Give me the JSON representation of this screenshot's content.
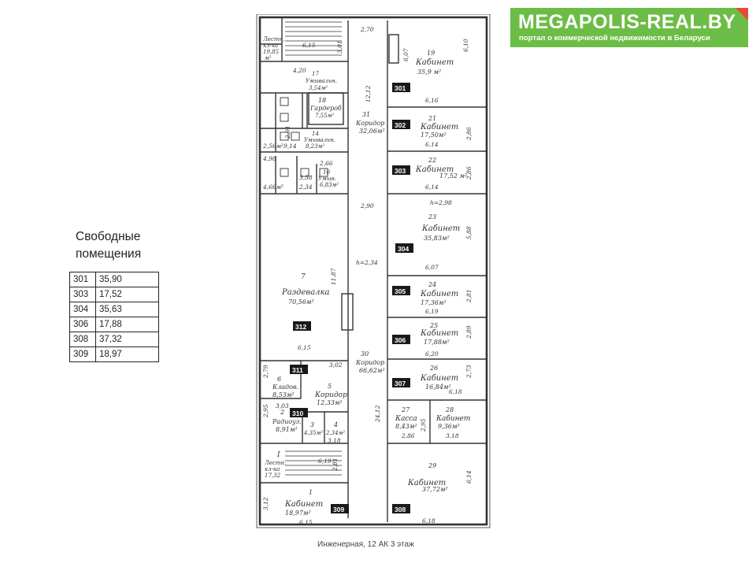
{
  "logo": {
    "brand": "MEGAPOLIS-REAL.BY",
    "tagline": "портал о коммерческой недвижимости в Беларуси",
    "colors": {
      "background": "#6cbd45",
      "corner": "#e8493b"
    }
  },
  "side_title": [
    "Свободные",
    "помещения"
  ],
  "free_rooms": [
    {
      "number": "301",
      "area": "35,90"
    },
    {
      "number": "303",
      "area": "17,52"
    },
    {
      "number": "304",
      "area": "35,63"
    },
    {
      "number": "306",
      "area": "17,88"
    },
    {
      "number": "308",
      "area": "37,32"
    },
    {
      "number": "309",
      "area": "18,97"
    }
  ],
  "plan": {
    "tags": [
      "301",
      "302",
      "303",
      "304",
      "305",
      "306",
      "307",
      "308",
      "309",
      "310",
      "311",
      "312"
    ],
    "rooms": {
      "r19": [
        "19",
        "Кабинет",
        "35,9 м²"
      ],
      "r21": [
        "21",
        "Кабинет",
        "17,50м²"
      ],
      "r22": [
        "22",
        "Кабинет",
        "17,52 м²"
      ],
      "r23": [
        "23",
        "Кабинет",
        "35,83м²"
      ],
      "r24": [
        "24",
        "Кабинет",
        "17,36м²"
      ],
      "r25": [
        "25",
        "Кабинет",
        "17,88м²"
      ],
      "r26": [
        "26",
        "Кабинет",
        "16,84м²"
      ],
      "r27": [
        "27",
        "Касса",
        "8,43м²"
      ],
      "r28": [
        "28",
        "Кабинет",
        "9,36м²"
      ],
      "r29": [
        "29",
        "Кабинет",
        "37,72м²"
      ],
      "r31": [
        "31",
        "Коридор",
        "32,06м²"
      ],
      "r30": [
        "30",
        "Коридор",
        "66,62м²"
      ],
      "r7": [
        "7",
        "Раздевалка",
        "70,56м²"
      ],
      "r6": [
        "6",
        "Кладов.",
        "8,53м²"
      ],
      "r5": [
        "5",
        "Коридор",
        "12,33м²"
      ],
      "r2": [
        "2",
        "Радиоуз.",
        "8,91м²"
      ],
      "r3": [
        "3",
        "4,35м²"
      ],
      "r4": [
        "4",
        "2,34м²"
      ],
      "r1": [
        "1",
        "Кабинет",
        "18,97м²"
      ],
      "r18": [
        "18",
        "Гардероб",
        "7,55м²"
      ],
      "r17": [
        "17",
        "Умывальн.",
        "3,54м²"
      ],
      "r14": [
        "14",
        "Умывальн.",
        "8,23м²"
      ],
      "r10": [
        "10",
        "Умыв.",
        "6,83м²"
      ],
      "stairs_top": [
        "Лестн.",
        "кл-ка",
        "19,85",
        "м²"
      ],
      "stairs_bottom": [
        "I",
        "Лестн.",
        "кл-ка",
        "17,32"
      ]
    },
    "dims": [
      "2,70",
      "6,10",
      "6,07",
      "6,16",
      "12,12",
      "6,14",
      "2,86",
      "2,86",
      "6,14",
      "2,90",
      "h=2,98",
      "5,88",
      "6,07",
      "h=2,34",
      "11,87",
      "2,81",
      "6,19",
      "2,89",
      "6,20",
      "6,15",
      "3,02",
      "2,73",
      "6,18",
      "24,12",
      "2,95",
      "2,86",
      "3,18",
      "6,14",
      "6,18",
      "2,81",
      "6,19",
      "3,12",
      "6,15",
      "3,01",
      "6,15",
      "2,79",
      "3,03",
      "2,95",
      "3,18",
      "4,20",
      "2,66",
      "3,58",
      "2,34",
      "2,91",
      "9,14",
      "2,56м²",
      "4,66м²",
      "4,98"
    ]
  },
  "caption": "Инженерная, 12   АК 3 этаж"
}
